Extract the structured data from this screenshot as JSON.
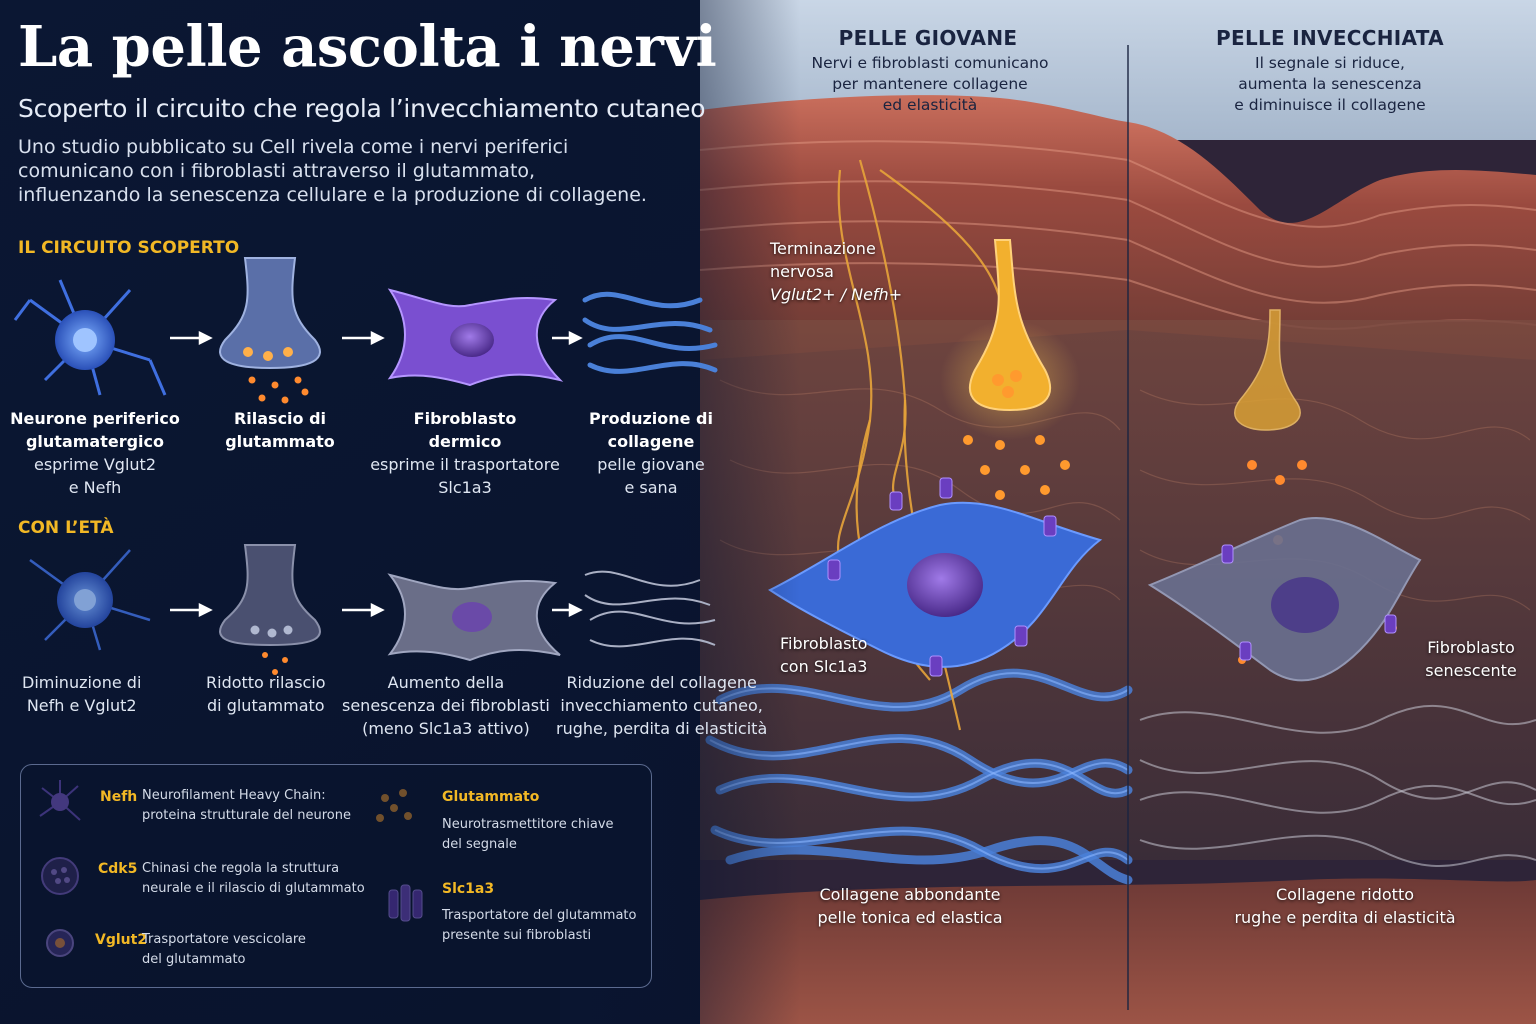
{
  "title": "La pelle ascolta i nervi",
  "subtitle": "Scoperto il circuito che regola l’invecchiamento cutaneo",
  "intro": [
    "Uno studio pubblicato su Cell rivela come i nervi periferici",
    "comunicano con i fibroblasti attraverso il glutammato,",
    "influenzando la senescenza cellulare e la produzione di collagene."
  ],
  "circuit": {
    "heading": "IL CIRCUITO SCOPERTO",
    "steps": [
      {
        "bold": [
          "Neurone periferico",
          "glutamatergico"
        ],
        "lines": [
          "esprime Vglut2",
          "e Nefh"
        ]
      },
      {
        "bold": [
          "Rilascio di",
          "glutammato"
        ],
        "lines": []
      },
      {
        "bold": [
          "Fibroblasto",
          "dermico"
        ],
        "lines": [
          "esprime il trasportatore",
          "Slc1a3"
        ]
      },
      {
        "bold": [
          "Produzione di",
          "collagene"
        ],
        "lines": [
          "pelle giovane",
          "e sana"
        ]
      }
    ]
  },
  "aging": {
    "heading": "CON L’ETÀ",
    "steps": [
      {
        "lines": [
          "Diminuzione di",
          "Nefh e Vglut2"
        ]
      },
      {
        "lines": [
          "Ridotto rilascio",
          "di glutammato"
        ]
      },
      {
        "lines": [
          "Aumento della",
          "senescenza dei fibroblasti",
          "(meno Slc1a3 attivo)"
        ]
      },
      {
        "lines": [
          "Riduzione del collagene",
          "invecchiamento cutaneo,",
          "rughe, perdita di elasticità"
        ]
      }
    ]
  },
  "legend": [
    {
      "key": "Nefh",
      "desc": [
        "Neurofilament Heavy Chain:",
        "proteina strutturale del neurone"
      ]
    },
    {
      "key": "Cdk5",
      "desc": [
        "Chinasi che regola la struttura",
        "neurale e il rilascio di glutammato"
      ]
    },
    {
      "key": "Vglut2",
      "desc": [
        "Trasportatore vescicolare",
        "del glutammato"
      ]
    },
    {
      "key": "Glutammato",
      "desc": [
        "Neurotrasmettitore chiave",
        "del segnale"
      ]
    },
    {
      "key": "Slc1a3",
      "desc": [
        "Trasportatore del glutammato",
        "presente sui fibroblasti"
      ]
    }
  ],
  "young": {
    "heading": "PELLE GIOVANE",
    "sub": [
      "Nervi e fibroblasti comunicano",
      "per mantenere collagene",
      "ed elasticità"
    ],
    "nerve_label": [
      "Terminazione",
      "nervosa",
      "Vglut2+ / Nefh+"
    ],
    "fibro_label": [
      "Fibroblasto",
      "con Slc1a3"
    ],
    "collagen_label": [
      "Collagene abbondante",
      "pelle tonica ed elastica"
    ]
  },
  "old": {
    "heading": "PELLE INVECCHIATA",
    "sub": [
      "Il segnale si riduce,",
      "aumenta la senescenza",
      "e diminuisce il collagene"
    ],
    "fibro_label": [
      "Fibroblasto",
      "senescente"
    ],
    "collagen_label": [
      "Collagene ridotto",
      "rughe e perdita di elasticità"
    ]
  },
  "colors": {
    "background": "#0a1530",
    "accent": "#f2b825",
    "neuron": "#3f6fe0",
    "fibroblast": "#7a4fd0",
    "glutamate": "#f09a2a",
    "skin": "#b8564a",
    "collagen": "#4a80d8"
  }
}
